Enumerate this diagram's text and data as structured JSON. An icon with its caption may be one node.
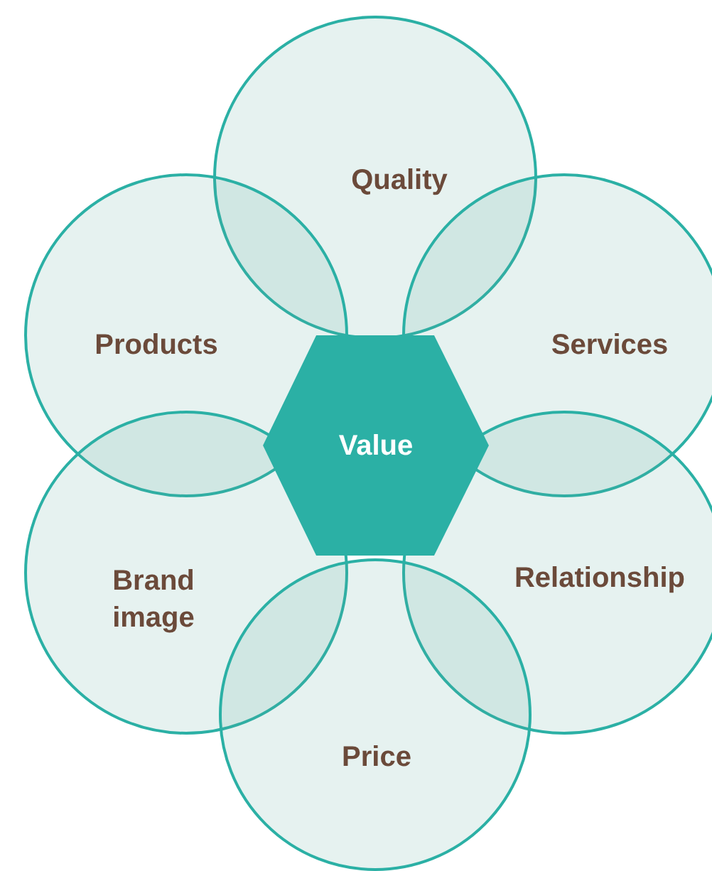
{
  "diagram": {
    "nodes": [
      {
        "text": [
          "Quality"
        ]
      },
      {
        "text": [
          "Products"
        ]
      },
      {
        "text": [
          "Services"
        ]
      },
      {
        "text": [
          "Value"
        ]
      },
      {
        "text": [
          "Brand image"
        ]
      },
      {
        "text": [
          "Relationship"
        ]
      },
      {
        "text": [
          "Price"
        ]
      }
    ]
  }
}
